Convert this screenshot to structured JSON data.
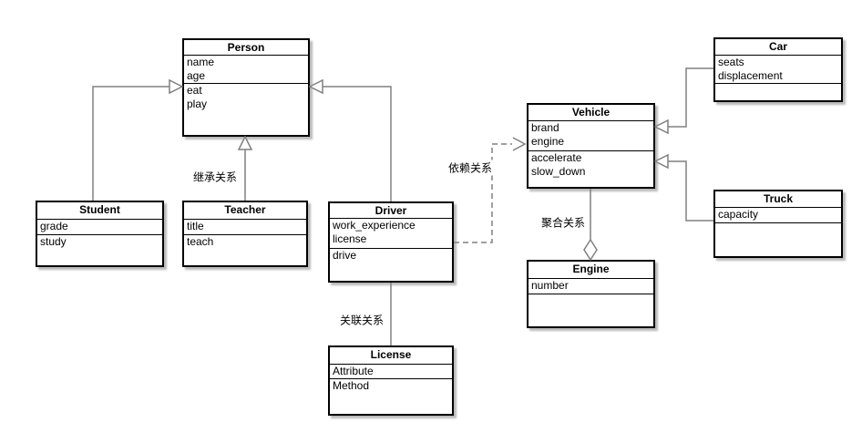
{
  "diagram": {
    "type": "uml-class-diagram",
    "classes": [
      {
        "name": "Person",
        "attributes": [
          "name",
          "age"
        ],
        "methods": [
          "eat",
          "play"
        ]
      },
      {
        "name": "Student",
        "attributes": [
          "grade"
        ],
        "methods": [
          "study"
        ]
      },
      {
        "name": "Teacher",
        "attributes": [
          "title"
        ],
        "methods": [
          "teach"
        ]
      },
      {
        "name": "Driver",
        "attributes": [
          "work_experience",
          "license"
        ],
        "methods": [
          "drive"
        ]
      },
      {
        "name": "License",
        "attributes": [
          "Attribute"
        ],
        "methods": [
          "Method"
        ]
      },
      {
        "name": "Vehicle",
        "attributes": [
          "brand",
          "engine"
        ],
        "methods": [
          "accelerate",
          "slow_down"
        ]
      },
      {
        "name": "Engine",
        "attributes": [
          "number"
        ],
        "methods": []
      },
      {
        "name": "Car",
        "attributes": [
          "seats",
          "displacement"
        ],
        "methods": []
      },
      {
        "name": "Truck",
        "attributes": [
          "capacity"
        ],
        "methods": []
      }
    ],
    "relationships": [
      {
        "from": "Student",
        "to": "Person",
        "type": "inheritance",
        "label": ""
      },
      {
        "from": "Teacher",
        "to": "Person",
        "type": "inheritance",
        "label": "继承关系"
      },
      {
        "from": "Driver",
        "to": "Person",
        "type": "inheritance",
        "label": ""
      },
      {
        "from": "Driver",
        "to": "License",
        "type": "association",
        "label": "关联关系"
      },
      {
        "from": "Driver",
        "to": "Vehicle",
        "type": "dependency",
        "label": "依赖关系"
      },
      {
        "from": "Vehicle",
        "to": "Engine",
        "type": "aggregation",
        "label": "聚合关系"
      },
      {
        "from": "Car",
        "to": "Vehicle",
        "type": "inheritance",
        "label": ""
      },
      {
        "from": "Truck",
        "to": "Vehicle",
        "type": "inheritance",
        "label": ""
      }
    ],
    "colors": {
      "box_fill": "#ffffff",
      "box_border": "#000000",
      "edge": "#808080",
      "shadow": "#b9b9b9",
      "text": "#000000"
    }
  }
}
